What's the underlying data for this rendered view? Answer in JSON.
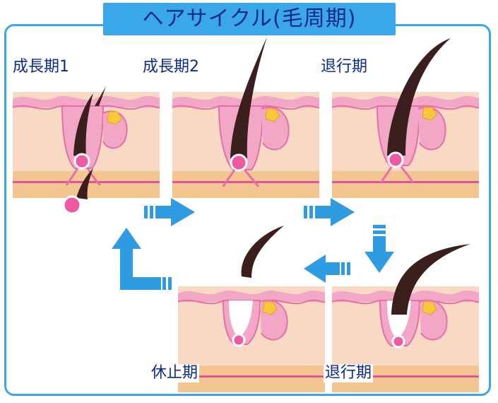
{
  "title": "ヘアサイクル(毛周期)",
  "stages": {
    "anagen1": "成長期1",
    "anagen2": "成長期2",
    "catagen_top": "退行期",
    "telogen": "休止期",
    "catagen_bottom": "退行期"
  },
  "colors": {
    "accent": "#3aa7e8",
    "label_text": "#0d2a8a",
    "skin": "#f7d9c4",
    "epidermis": "#f2a7c6",
    "epidermis_edge": "#e56fa8",
    "fat_band": "#f3c590",
    "hair": "#3a1f1c",
    "papilla": "#ee5aa2",
    "gland": "#f7c83c"
  },
  "icons": [
    "arrow-right-icon",
    "arrow-down-icon",
    "arrow-left-icon",
    "arrow-up-icon"
  ]
}
